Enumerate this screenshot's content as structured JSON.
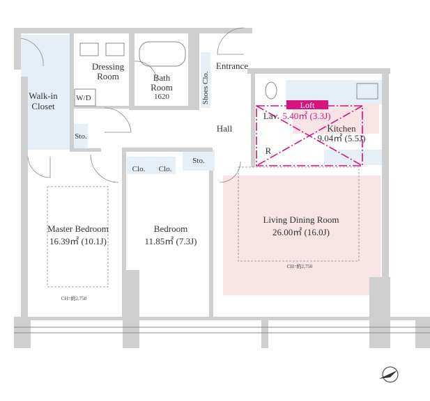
{
  "rooms": {
    "walk_in_closet": [
      "Walk-in",
      "Closet"
    ],
    "dressing_room": [
      "Dressing",
      "Room"
    ],
    "wd": "W/D",
    "bath_room": [
      "Bath",
      "Room",
      "1620"
    ],
    "shoes_clo": "Shoes Clo.",
    "entrance": "Entrance",
    "hall": "Hall",
    "sto_left": "Sto.",
    "sto_hall": "Sto.",
    "clo_1": "Clo.",
    "clo_2": "Clo.",
    "lav": "Lav",
    "refrigerator": "R",
    "kitchen": [
      "Kitchen",
      "9.04㎡ (5.5J)"
    ],
    "loft": {
      "label": "Loft",
      "area": "5.40㎡ (3.3J)"
    },
    "master_bedroom": [
      "Master Bedroom",
      "16.39㎡ (10.1J)"
    ],
    "bedroom": [
      "Bedroom",
      "11.85㎡ (7.3J)"
    ],
    "living_dining": [
      "Living Dining Room",
      "26.00㎡ (16.0J)"
    ],
    "ch_master": "CH=約2,750",
    "ch_living": "CH=約2,750"
  },
  "colors": {
    "loft": "#d6137f",
    "highlight": "#f8e4e4",
    "closet": "#e6eef7",
    "wall": "#cfcfcf"
  },
  "compass": "north-arrow"
}
